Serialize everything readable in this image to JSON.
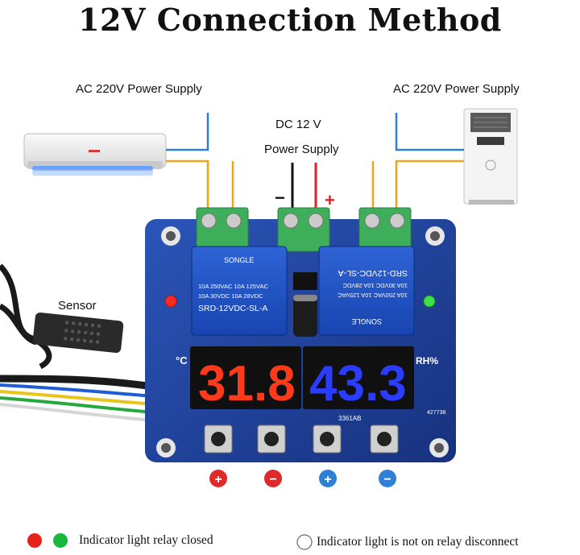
{
  "title": "12V Connection Method",
  "labels": {
    "ac_left": "AC 220V Power Supply",
    "ac_right": "AC 220V Power Supply",
    "dc_line1": "DC 12 V",
    "dc_line2": "Power Supply",
    "sensor": "Sensor",
    "minus": "−",
    "plus": "+"
  },
  "board": {
    "temp_display": "31.8",
    "humidity_display": "43.3",
    "unit_left": "°C",
    "unit_right": "RH%",
    "relay_brand": "SONGLE",
    "relay_model": "SRD-12VDC-SL-A",
    "relay_spec1": "10A 250VAC  10A 125VAC",
    "relay_spec2": "10A 30VDC  10A 28VDC",
    "chip_code": "3361AB",
    "board_code": "427738",
    "colors": {
      "board": "#1d3f9a",
      "temp_digits": "#ff3a1a",
      "hum_digits": "#2a3cff"
    }
  },
  "buttons": [
    {
      "symbol": "+",
      "color": "#e02a2a"
    },
    {
      "symbol": "−",
      "color": "#e02a2a"
    },
    {
      "symbol": "+",
      "color": "#2f7fd6"
    },
    {
      "symbol": "−",
      "color": "#2f7fd6"
    }
  ],
  "legend": {
    "closed_text": "Indicator light relay closed",
    "open_text": "Indicator light is not on  relay disconnect",
    "closed_colors": [
      "#e8231c",
      "#17b83c"
    ]
  }
}
